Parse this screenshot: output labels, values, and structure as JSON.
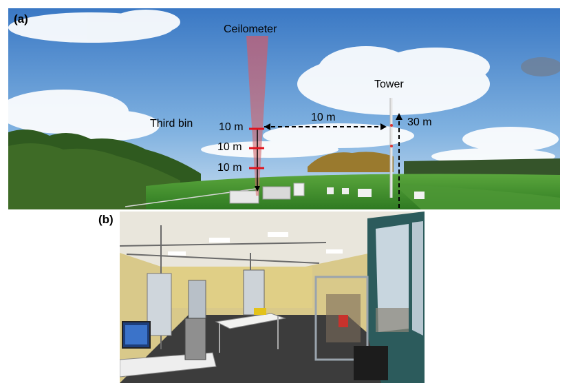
{
  "panel_a": {
    "label": "(a)",
    "ceilometer_label": "Ceilometer",
    "tower_label": "Tower",
    "third_bin_label": "Third bin",
    "bins": [
      "10 m",
      "10 m",
      "10 m"
    ],
    "distance_label": "10 m",
    "tower_height_label": "30 m"
  },
  "panel_b": {
    "label": "(b)"
  },
  "colors": {
    "sky_top": "#3f7fc9",
    "sky_bottom": "#a8cdeb",
    "grass": "#3f8a2e",
    "beam": "#d9606e",
    "marker": "#e0141e"
  }
}
